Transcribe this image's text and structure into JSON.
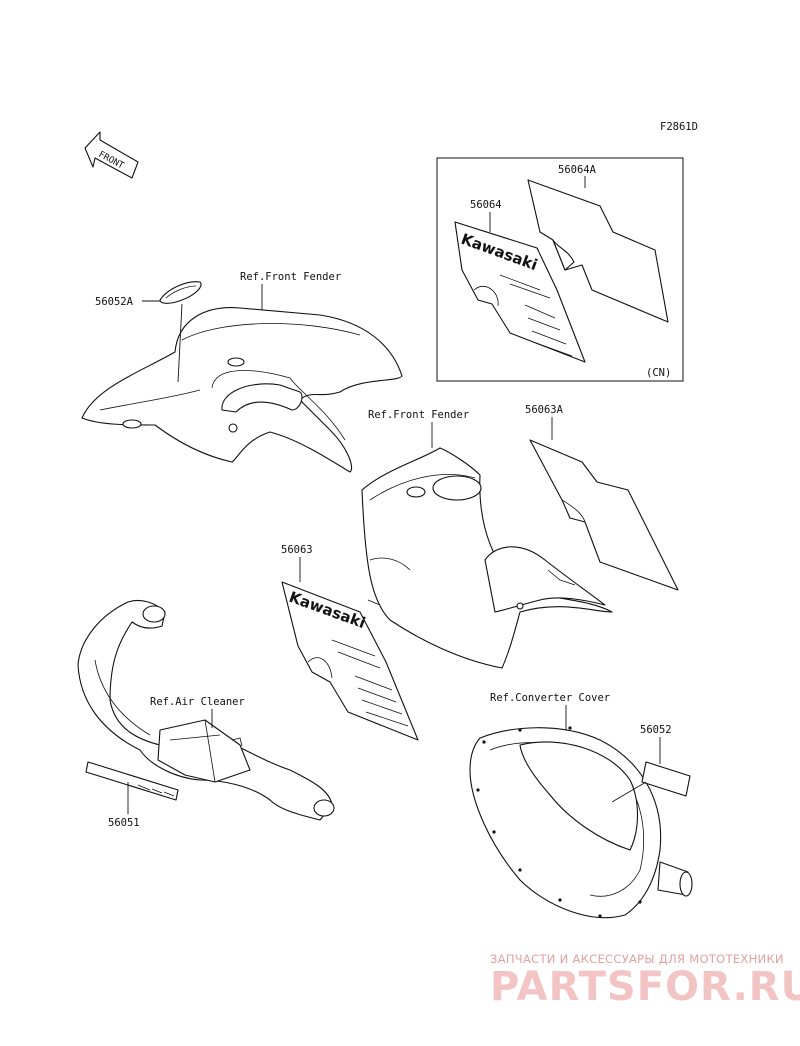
{
  "diagram_code": "F2861D",
  "front_arrow_label": "FRONT",
  "labels": {
    "ref_front_fender_1": "Ref.Front Fender",
    "ref_front_fender_2": "Ref.Front Fender",
    "ref_air_cleaner": "Ref.Air Cleaner",
    "ref_converter_cover": "Ref.Converter Cover",
    "cn_note": "(CN)"
  },
  "parts": {
    "p56064A": "56064A",
    "p56064": "56064",
    "p56052A": "56052A",
    "p56063A": "56063A",
    "p56063": "56063",
    "p56052": "56052",
    "p56051": "56051"
  },
  "decal_text": {
    "brand": "Kawasaki"
  },
  "watermark": {
    "tagline": "ЗАПЧАСТИ И АКСЕССУАРЫ ДЛЯ МОТОТЕХНИКИ",
    "logo": "PARTSFOR.RU"
  }
}
